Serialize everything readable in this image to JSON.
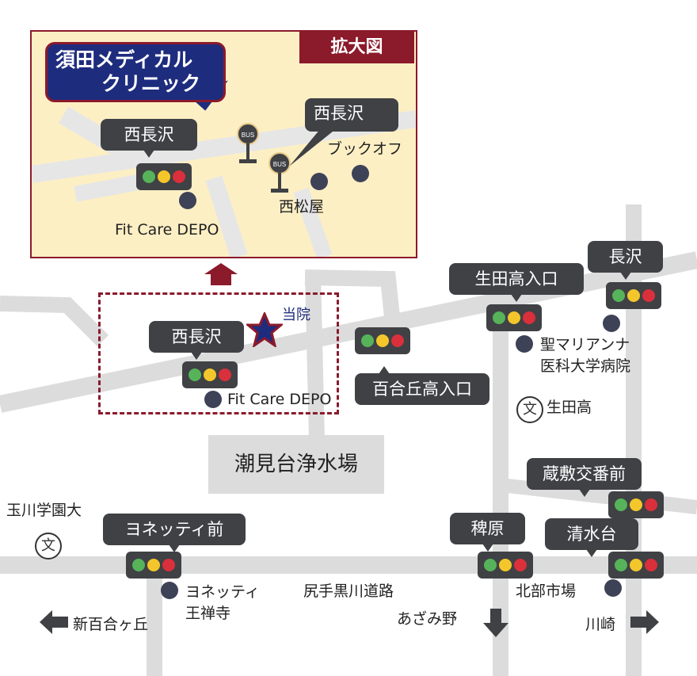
{
  "map": {
    "inset_title": "拡大図",
    "clinic": {
      "line1": "須田メディカル",
      "line2": "クリニック"
    },
    "inset": {
      "signal_nishinagasawa": "西長沢",
      "bus_stop_nishinagasawa": "西長沢",
      "bus_icon_text": "BUS",
      "bookoff": "ブックオフ",
      "nishimatsuya": "西松屋",
      "fitcare": "Fit Care DEPO"
    },
    "main": {
      "our_clinic": "当院",
      "nishinagasawa": "西長沢",
      "fitcare": "Fit Care DEPO",
      "yurigaoka_entrance": "百合丘高入口",
      "ikuta_entrance": "生田高入口",
      "nagasawa": "長沢",
      "st_marianna_line1": "聖マリアンナ",
      "st_marianna_line2": "医科大学病院",
      "ikuta_high": "生田高",
      "ushiomidai": "潮見台浄水場",
      "tamagawa": "玉川学園大",
      "yonetti_mae": "ヨネッティ前",
      "yonetti_line1": "ヨネッティ",
      "yonetti_line2": "王禅寺",
      "road_name": "尻手黒川道路",
      "hiehara": "稗原",
      "kurashiki": "蔵敷交番前",
      "seisuidai": "清水台",
      "hokubu": "北部市場",
      "shin_yurigaoka": "新百合ヶ丘",
      "azamino": "あざみ野",
      "kawasaki": "川崎",
      "school_symbol": "文"
    },
    "colors": {
      "accent": "#8b1a2b",
      "clinic_blue": "#1e2c7e",
      "bubble": "#3f4145",
      "road": "#dcdcdc",
      "inset_bg": "#fdefc4",
      "signal_green": "#56b35a",
      "signal_yellow": "#f3c62b",
      "signal_red": "#d9303c"
    }
  }
}
